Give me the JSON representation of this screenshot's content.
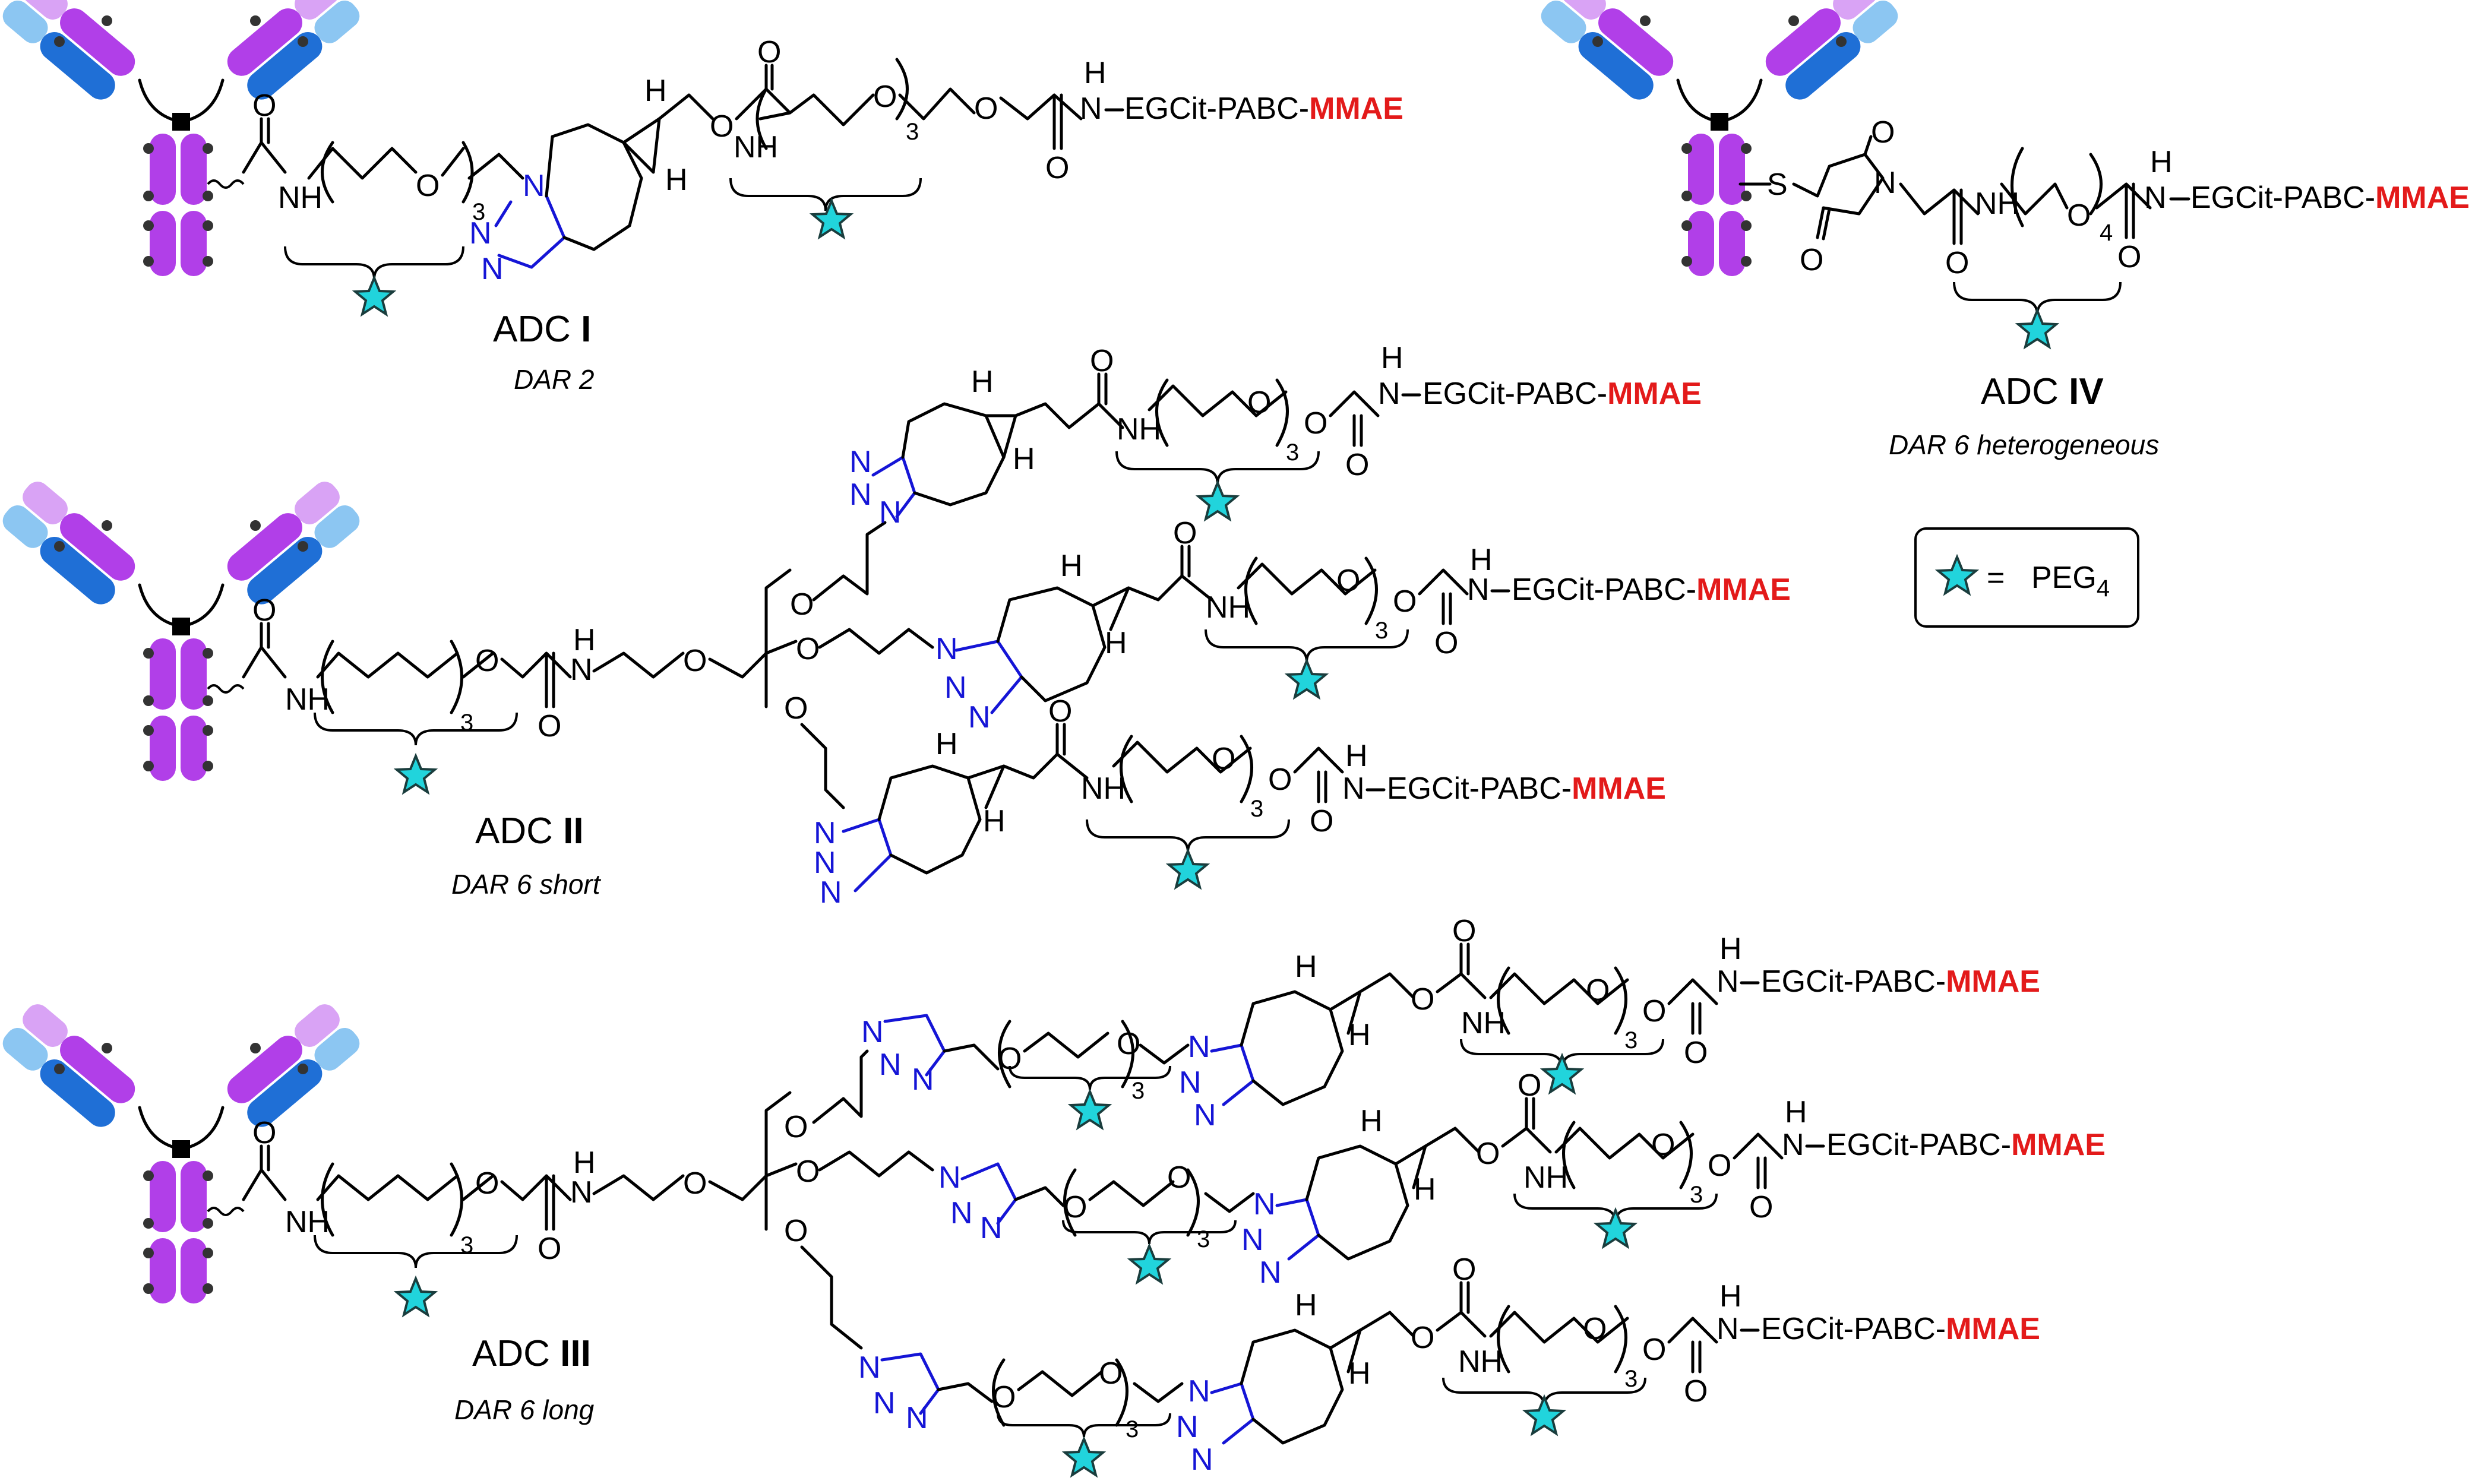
{
  "colors": {
    "azide_triazole_blue": "#1515d6",
    "payload_red": "#e31a1a",
    "peg_star_cyan": "#21d4dc",
    "antibody_purple": "#b13fe8",
    "antibody_light_purple": "#d9a3f5",
    "antibody_blue": "#1f6fd6",
    "antibody_light_blue": "#8cc6f2"
  },
  "icons": [
    "antibody-icon",
    "peg4-star-icon",
    "triazole-ring",
    "cyclooctane-ring",
    "maleimide-ring"
  ],
  "atoms": {
    "N": "N",
    "H": "H",
    "O": "O",
    "S": "S",
    "NH": "NH",
    "sub3": "3",
    "sub4": "4"
  },
  "linker_text": {
    "chain": "EGCit-PABC-",
    "payload": "MMAE"
  },
  "adcs": [
    {
      "label_prefix": "ADC ",
      "numeral": "I",
      "dar": "DAR 2"
    },
    {
      "label_prefix": "ADC ",
      "numeral": "II",
      "dar": "DAR 6 short"
    },
    {
      "label_prefix": "ADC ",
      "numeral": "III",
      "dar": "DAR 6 long"
    },
    {
      "label_prefix": "ADC ",
      "numeral": "IV",
      "dar": "DAR 6 heterogeneous"
    }
  ],
  "legend": {
    "equals": "=",
    "peg": "PEG",
    "peg_sub": "4"
  }
}
